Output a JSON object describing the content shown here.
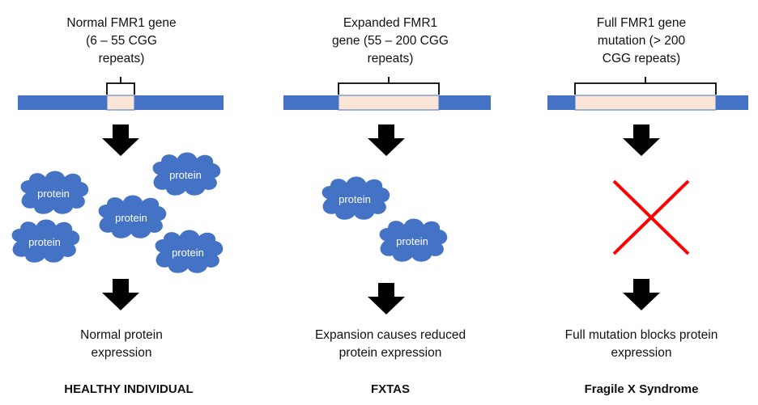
{
  "colors": {
    "gene_bar": "#4472C4",
    "repeat_region": "#FBE5D6",
    "protein_cloud": "#4472C4",
    "arrow": "#000000",
    "cross": "#FF0000"
  },
  "panels": [
    {
      "id": "normal",
      "gene_label": "Normal FMR1 gene\n(6 – 55 CGG\nrepeats)",
      "proteins": [
        "protein",
        "protein",
        "protein",
        "protein",
        "protein"
      ],
      "blocked": false,
      "result_text": "Normal protein\nexpression",
      "outcome": "HEALTHY INDIVIDUAL"
    },
    {
      "id": "expanded",
      "gene_label": "Expanded FMR1\ngene (55 – 200 CGG\nrepeats)",
      "proteins": [
        "protein",
        "protein"
      ],
      "blocked": false,
      "result_text": "Expansion causes reduced\nprotein expression",
      "outcome": "FXTAS"
    },
    {
      "id": "full",
      "gene_label": "Full FMR1 gene\nmutation (> 200\nCGG repeats)",
      "proteins": [],
      "blocked": true,
      "result_text": "Full mutation blocks protein\nexpression",
      "outcome": "Fragile X Syndrome"
    }
  ]
}
